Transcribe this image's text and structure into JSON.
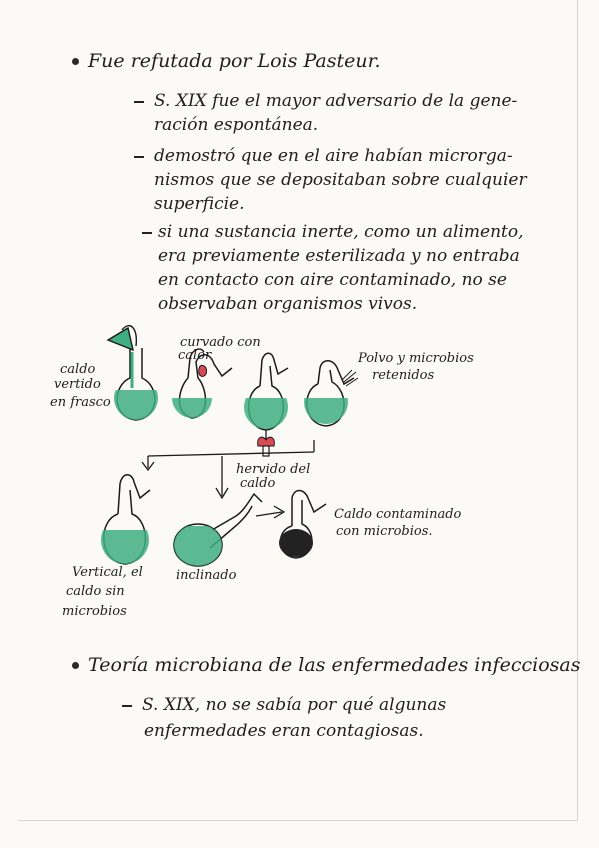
{
  "section1": {
    "heading": "Fue refutada por Lois Pasteur.",
    "items": [
      {
        "lines": [
          "S. XIX fue el mayor adversario de la gene-",
          "ración espontánea."
        ]
      },
      {
        "lines": [
          "demostró que en el aire habían microrga-",
          "nismos que se depositaban sobre cualquier",
          "superficie."
        ]
      },
      {
        "lines": [
          "si una sustancia inerte, como un alimento,",
          "era previamente esterilizada y no entraba",
          "en contacto con aire contaminado, no se",
          "observaban organismos vivos."
        ]
      }
    ]
  },
  "diagram": {
    "labels": {
      "caldo_vertido": [
        "caldo",
        "vertido",
        "en frasco"
      ],
      "curvado": [
        "curvado con",
        "calor"
      ],
      "polvo": [
        "Polvo y microbios",
        "retenidos"
      ],
      "hervido": [
        "hervido del",
        "caldo"
      ],
      "contaminado": [
        "Caldo contaminado",
        "con microbios."
      ],
      "vertical": [
        "Vertical, el",
        "caldo sin",
        "microbios"
      ],
      "inclinado": "inclinado"
    },
    "colors": {
      "broth": "#3fae80",
      "flame": "#d94a56",
      "ink": "#1b1b1b",
      "contaminated": "#222222"
    }
  },
  "section2": {
    "heading": "Teoría microbiana de las enfermedades infecciosas",
    "items": [
      {
        "lines": [
          "S. XIX, no se sabía por qué algunas",
          "enfermedades eran contagiosas."
        ]
      }
    ]
  }
}
